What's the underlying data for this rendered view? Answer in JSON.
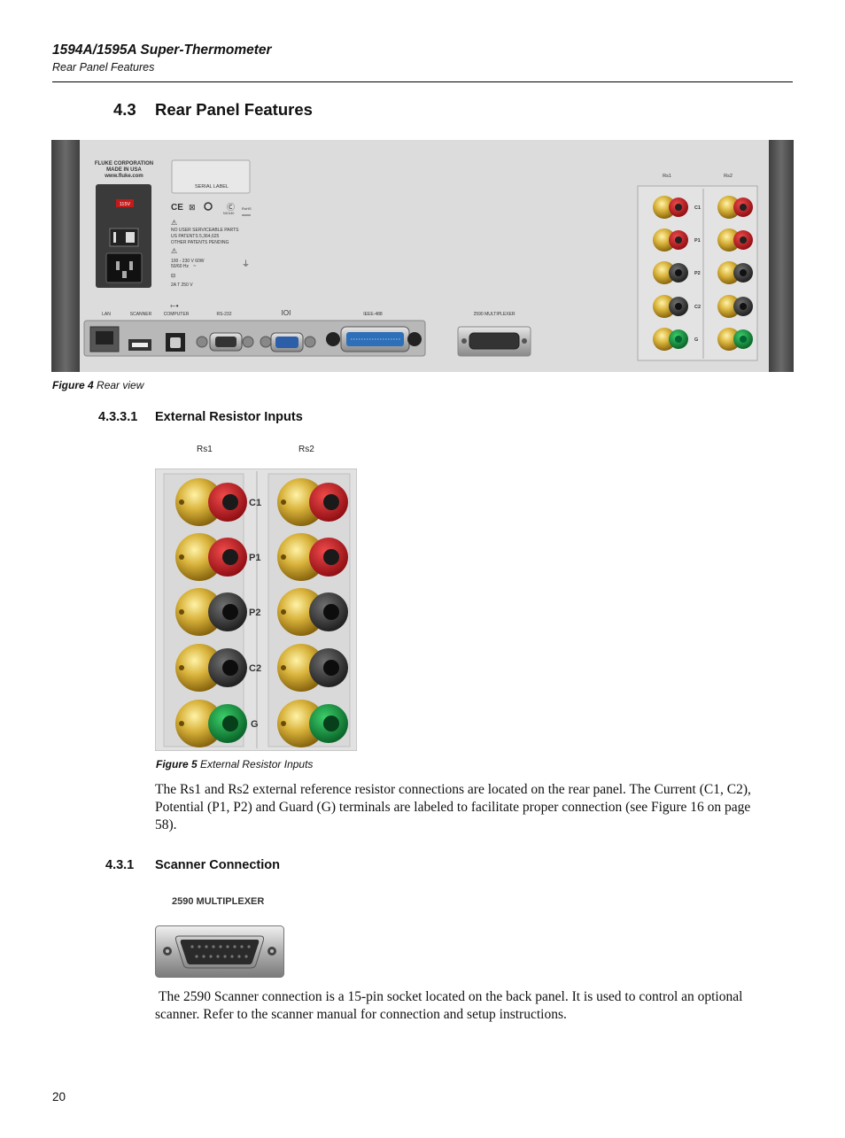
{
  "header": {
    "title": "1594A/1595A Super-Thermometer",
    "subtitle": "Rear Panel Features"
  },
  "section": {
    "number": "4.3",
    "title": "Rear Panel Features"
  },
  "figure4": {
    "caption_num": "Figure 4",
    "caption_text": "Rear view",
    "panel": {
      "maker_line1": "FLUKE CORPORATION",
      "maker_line2": "MADE IN USA",
      "maker_line3": "www.fluke.com",
      "voltage": "115V",
      "serial_label": "SERIAL LABEL",
      "cert_1": "N10140",
      "cert_2": "RoHS",
      "warn_1": "NO USER SERVICEABLE PARTS",
      "warn_2": "US PATENTS 5,364,625",
      "warn_3": "OTHER PATENTS PENDING",
      "power_1": "100 - 230 V 60W",
      "power_2": "50/60 Hz",
      "fuse": "2A T 250 V",
      "lan": "LAN",
      "scanner": "SCANNER",
      "computer": "COMPUTER",
      "rs232": "RS-232",
      "ieee": "IEEE-488",
      "mux": "2590 MULTIPLEXER",
      "rs1": "Rs1",
      "rs2": "Rs2"
    }
  },
  "subsection1": {
    "number": "4.3.3.1",
    "title": "External Resistor Inputs"
  },
  "figure5": {
    "rs1": "Rs1",
    "rs2": "Rs2",
    "terminals": [
      "C1",
      "P1",
      "P2",
      "C2",
      "G"
    ],
    "caption_num": "Figure 5",
    "caption_text": "External Resistor Inputs"
  },
  "paragraph1": {
    "line1": "The Rs1 and Rs2 external reference resistor connections are located on the rear panel. The Current (C1, C2),",
    "line2": "Potential (P1, P2) and Guard (G) terminals are labeled to facilitate proper connection (see Figure 16 on page",
    "line3": "58)."
  },
  "subsection2": {
    "number": "4.3.1",
    "title": "Scanner Connection"
  },
  "figure_mux": {
    "label": "2590 MULTIPLEXER"
  },
  "paragraph2": {
    "line1": "The 2590 Scanner connection is a 15-pin socket located on the back panel. It is used to control an optional",
    "line2": "scanner. Refer to the scanner manual for connection and setup instructions."
  },
  "footer": {
    "page_number": "20"
  },
  "colors": {
    "red_terminal": "#c4121c",
    "black_terminal": "#2b2b2b",
    "green_terminal": "#11893a",
    "gold": "#d8b23a",
    "panel_bg": "#dcdcdc",
    "panel_frame": "#5a5a5a"
  }
}
